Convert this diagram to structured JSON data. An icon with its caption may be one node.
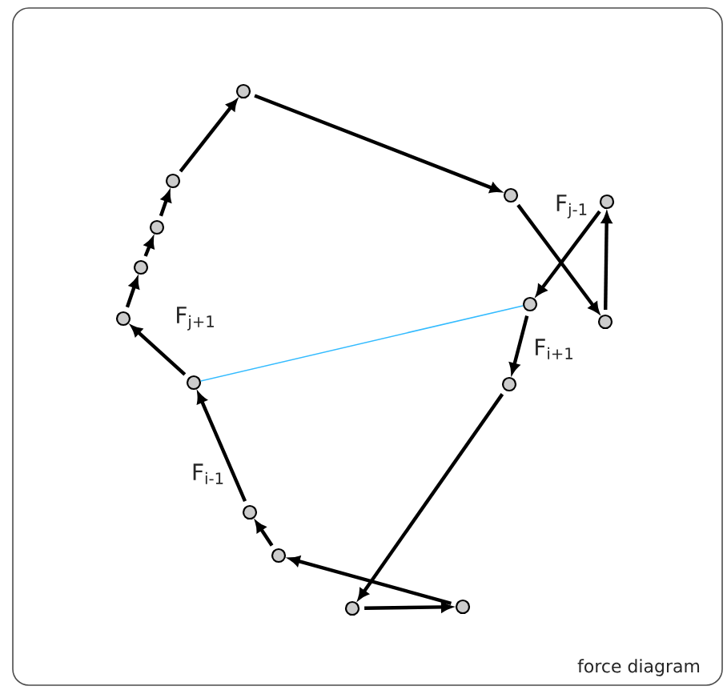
{
  "diagram": {
    "nodes": [
      {
        "text": [],
        "shape": "circle"
      },
      {
        "text": [],
        "shape": "circle"
      },
      {
        "text": [],
        "shape": "circle"
      },
      {
        "text": [],
        "shape": "circle"
      },
      {
        "text": [],
        "shape": "circle"
      },
      {
        "text": [],
        "shape": "circle"
      },
      {
        "text": [],
        "shape": "circle"
      },
      {
        "text": [],
        "shape": "circle"
      },
      {
        "text": [],
        "shape": "circle"
      },
      {
        "text": [],
        "shape": "circle"
      },
      {
        "text": [],
        "shape": "circle"
      },
      {
        "text": [],
        "shape": "circle"
      },
      {
        "text": [],
        "shape": "circle"
      },
      {
        "text": [],
        "shape": "circle"
      },
      {
        "text": [],
        "shape": "circle"
      }
    ],
    "edges": [
      {
        "from": 14,
        "to": 13,
        "arrow": "to"
      },
      {
        "from": 13,
        "to": 12,
        "arrow": "to"
      },
      {
        "from": 12,
        "to": 11,
        "arrow": "to"
      },
      {
        "from": 11,
        "to": 9,
        "arrow": "to"
      },
      {
        "from": 9,
        "to": 7,
        "arrow": "to"
      },
      {
        "from": 7,
        "to": 5,
        "arrow": "to"
      },
      {
        "from": 5,
        "to": 4,
        "arrow": "to"
      },
      {
        "from": 4,
        "to": 1,
        "arrow": "to"
      },
      {
        "from": 1,
        "to": 0,
        "arrow": "to"
      },
      {
        "from": 0,
        "to": 2,
        "arrow": "to"
      },
      {
        "from": 2,
        "to": 8,
        "arrow": "to"
      },
      {
        "from": 8,
        "to": 3,
        "arrow": "to"
      },
      {
        "from": 3,
        "to": 6,
        "arrow": "to"
      },
      {
        "from": 6,
        "to": 10,
        "arrow": "to"
      },
      {
        "from": 10,
        "to": 14,
        "arrow": "to"
      },
      {
        "from": 9,
        "to": 6,
        "arrow": "none",
        "color": "#33bbff"
      }
    ],
    "labels": [
      "F$_{j-1}$",
      "F$_{j+1}$",
      "F$_{i+1}$",
      "F$_{i-1}$",
      "force diagram"
    ]
  }
}
